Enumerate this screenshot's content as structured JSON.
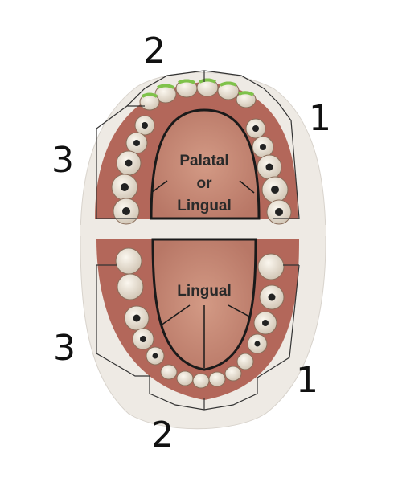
{
  "labels": {
    "upper_region_line1": "Palatal",
    "upper_region_line2": "or",
    "upper_region_line3": "Lingual",
    "lower_region": "Lingual"
  },
  "annotations": {
    "top_center": "2",
    "upper_right": "1",
    "upper_left": "3",
    "lower_left": "3",
    "lower_right": "1",
    "bottom_center": "2"
  },
  "colors": {
    "gum": "#b3675a",
    "tongue": "#c98c77",
    "tooth": "#ece4d7",
    "outline": "#1a1a1a",
    "incisor_highlight": "#7fc24a",
    "paper": "#eeeae4"
  }
}
